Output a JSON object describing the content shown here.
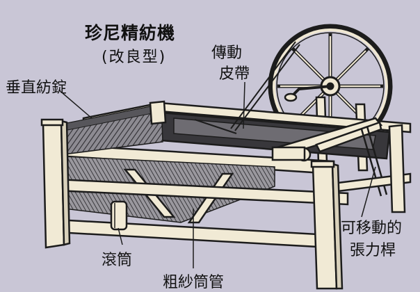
{
  "title": "珍尼精紡機",
  "subtitle": "(改良型)",
  "labels": {
    "vertical_spindles": "垂直紡錠",
    "drive_belt_line1": "傳動",
    "drive_belt_line2": "皮帶",
    "roller": "滾筒",
    "roving_bobbins": "粗紗筒管",
    "tension_bar_line1": "可移動的",
    "tension_bar_line2": "張力桿"
  },
  "colors": {
    "background": "#c9c6d6",
    "wood": "#f1ead5",
    "outline": "#1c1c1c",
    "yarn": "#5b5a5e"
  }
}
